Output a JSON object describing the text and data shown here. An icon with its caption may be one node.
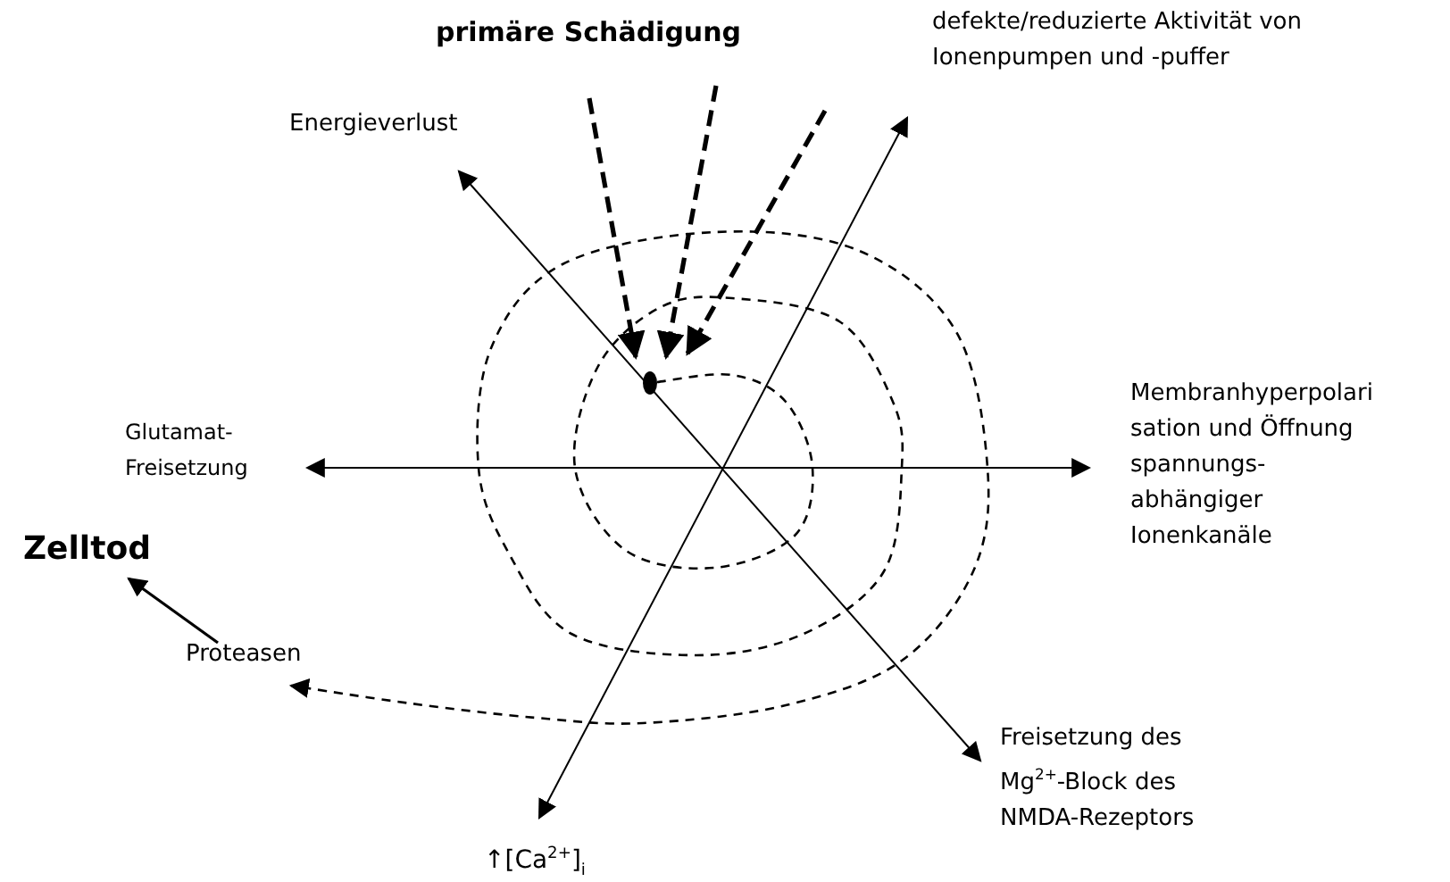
{
  "diagram": {
    "nodes": [
      {
        "text": [
          "primäre Schädigung"
        ]
      },
      {
        "text": [
          "defekte/reduzierte Aktivität von Ionenpumpen und -puffer"
        ]
      },
      {
        "text": [
          "Energieverlust"
        ]
      },
      {
        "text": [],
        "shape": "circle"
      },
      {
        "text": [
          "Membranhyperpolari sation und Öffnung spannungs- abhängiger Ionenkanäle"
        ]
      },
      {
        "text": [
          "Glutamat- Freisetzung"
        ]
      },
      {
        "text": [
          "Zelltod"
        ]
      },
      {
        "text": [
          "Proteasen"
        ]
      },
      {
        "text": [
          "Freisetzung des Mg$^{2+}$-Block des NMDA-Rezeptors"
        ]
      },
      {
        "text": [
          "↑[Ca$^{2+}$]$_{i}$"
        ]
      }
    ],
    "edges": [
      {
        "from": 0,
        "to": 3,
        "arrow": "to",
        "style": "dashed"
      },
      {
        "from": 0,
        "to": 3,
        "arrow": "to",
        "style": "dashed"
      },
      {
        "from": 0,
        "to": 3,
        "arrow": "to",
        "style": "dashed"
      },
      {
        "from": 2,
        "to": 8,
        "arrow": "both"
      },
      {
        "from": 9,
        "to": 1,
        "arrow": "both"
      },
      {
        "from": 5,
        "to": 4,
        "arrow": "both"
      },
      {
        "from": 3,
        "to": 7,
        "arrow": "to",
        "style": "dashed"
      },
      {
        "from": 7,
        "to": 6,
        "arrow": "to"
      }
    ]
  }
}
